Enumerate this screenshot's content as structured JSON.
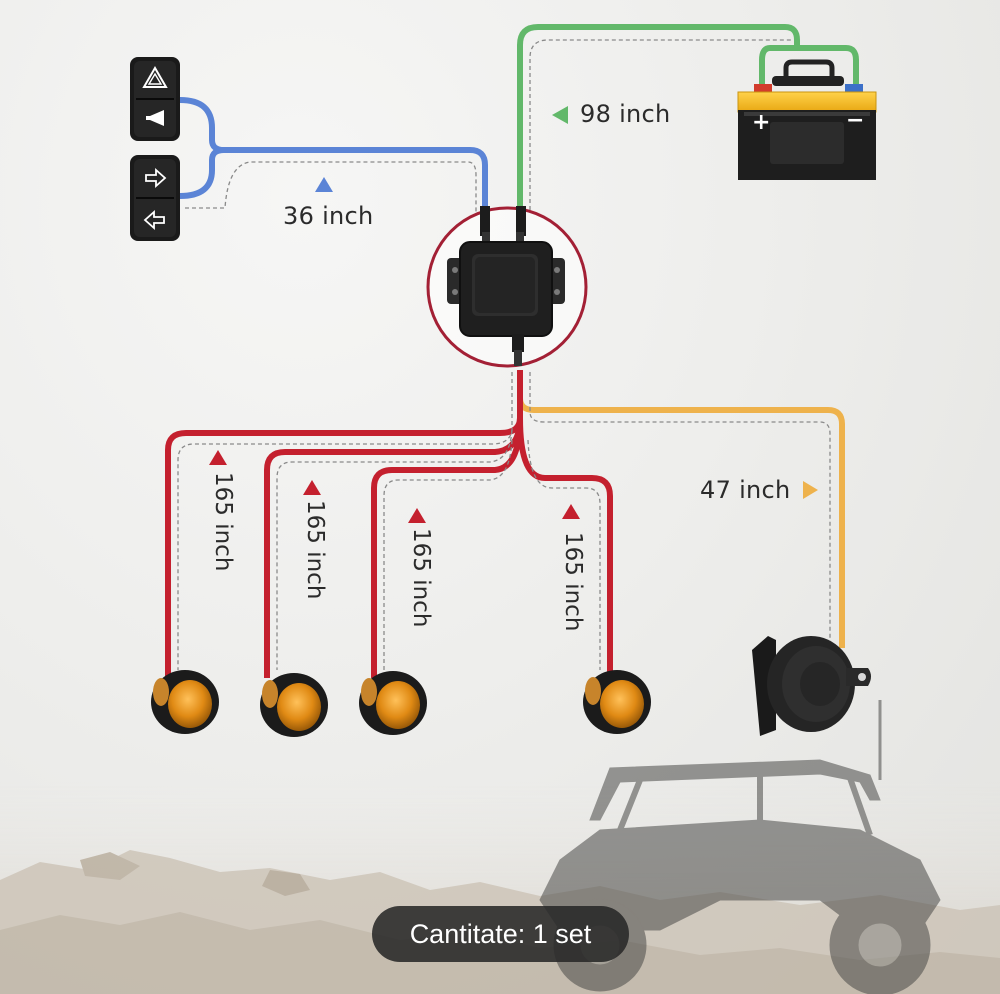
{
  "labels": {
    "switch_cable": "36 inch",
    "battery_cable": "98 inch",
    "horn_cable": "47 inch",
    "light_cable_1": "165 inch",
    "light_cable_2": "165 inch",
    "light_cable_3": "165 inch",
    "light_cable_4": "165 inch"
  },
  "battery": {
    "positive": "+",
    "negative": "−"
  },
  "quantity_badge": "Cantitate: 1 set",
  "colors": {
    "switch_wire": "#5b84d6",
    "battery_wire": "#62b86a",
    "light_wire": "#c4202e",
    "horn_wire": "#eeb24c",
    "battery_body": "#f2b81c",
    "amber_light": "#e08a14"
  },
  "icons": {
    "switch_top_1": "hazard-triangle-icon",
    "switch_top_2": "horn-icon",
    "switch_bottom_1": "right-arrow-icon",
    "switch_bottom_2": "left-arrow-icon"
  }
}
